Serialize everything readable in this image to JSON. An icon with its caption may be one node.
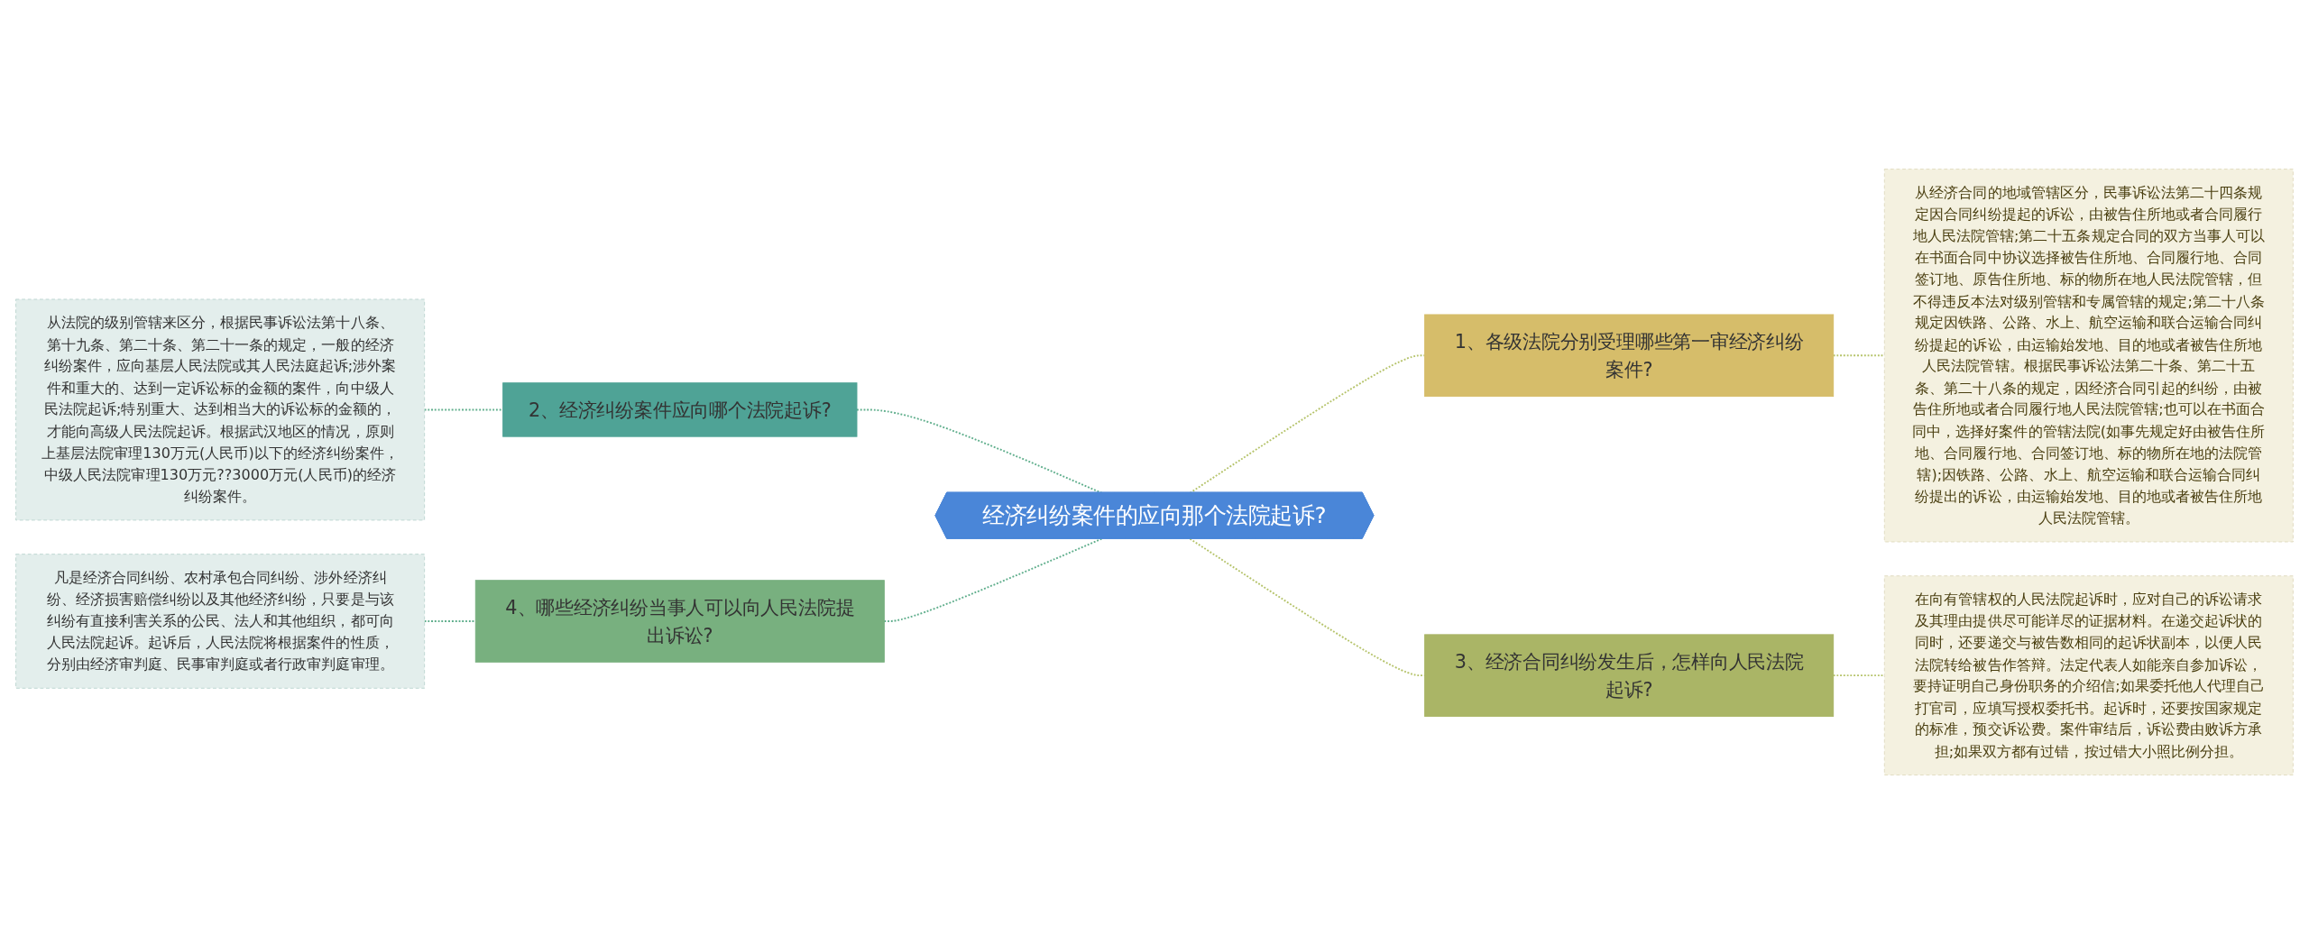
{
  "diagram": {
    "nodes": [
      {
        "text": [
          "经济纠纷案件的应向那个法院起诉?"
        ]
      },
      {
        "text": [
          "1、各级法院分别受理哪些第一审经济纠纷案件?"
        ]
      },
      {
        "text": [
          "从经济合同的地域管辖区分，民事诉讼法第二十四条规定因合同纠纷提起的诉讼，由被告住所地或者合同履行地人民法院管辖;第二十五条规定合同的双方当事人可以在书面合同中协议选择被告住所地、合同履行地、合同签订地、原告住所地、标的物所在地人民法院管辖，但不得违反本法对级别管辖和专属管辖的规定;第二十八条规定因铁路、公路、水上、航空运输和联合运输合同纠纷提起的诉讼，由运输始发地、目的地或者被告住所地人民法院管辖。根据民事诉讼法第二十条、第二十五条、第二十八条的规定，因经济合同引起的纠纷，由被告住所地或者合同履行地人民法院管辖;也可以在书面合同中，选择好案件的管辖法院(如事先规定好由被告住所地、合同履行地、合同签订地、标的物所在地的法院管辖);因铁路、公路、水上、航空运输和联合运输合同纠纷提出的诉讼，由运输始发地、目的地或者被告住所地人民法院管辖。"
        ]
      },
      {
        "text": [
          "2、经济纠纷案件应向哪个法院起诉?"
        ]
      },
      {
        "text": [
          "从法院的级别管辖来区分，根据民事诉讼法第十八条、第十九条、第二十条、第二十一条的规定，一般的经济纠纷案件，应向基层人民法院或其人民法庭起诉;涉外案件和重大的、达到一定诉讼标的金额的案件，向中级人民法院起诉;特别重大、达到相当大的诉讼标的金额的，才能向高级人民法院起诉。根据武汉地区的情况，原则上基层法院审理130万元(人民币)以下的经济纠纷案件，中级人民法院审理130万元??3000万元(人民币)的经济纠纷案件。"
        ]
      },
      {
        "text": [
          "3、经济合同纠纷发生后，怎样向人民法院起诉?"
        ]
      },
      {
        "text": [
          "在向有管辖权的人民法院起诉时，应对自己的诉讼请求及其理由提供尽可能详尽的证据材料。在递交起诉状的同时，还要递交与被告数相同的起诉状副本，以便人民法院转给被告作答辩。法定代表人如能亲自参加诉讼，要持证明自己身份职务的介绍信;如果委托他人代理自己打官司，应填写授权委托书。起诉时，还要按国家规定的标准，预交诉讼费。案件审结后，诉讼费由败诉方承担;如果双方都有过错，按过错大小照比例分担。"
        ]
      },
      {
        "text": [
          "4、哪些经济纠纷当事人可以向人民法院提出诉讼?"
        ]
      },
      {
        "text": [
          "凡是经济合同纠纷、农村承包合同纠纷、涉外经济纠纷、经济损害赔偿纠纷以及其他经济纠纷，只要是与该纠纷有直接利害关系的公民、法人和其他组织，都可向人民法院起诉。起诉后，人民法院将根据案件的性质，分别由经济审判庭、民事审判庭或者行政审判庭审理。"
        ]
      }
    ],
    "edges": [
      {
        "from": 4,
        "to": 3,
        "arrow": "none",
        "style": "dashed"
      },
      {
        "from": 3,
        "to": 0,
        "arrow": "none",
        "style": "dashed"
      },
      {
        "from": 8,
        "to": 7,
        "arrow": "none",
        "style": "dashed"
      },
      {
        "from": 7,
        "to": 0,
        "arrow": "none",
        "style": "dashed"
      },
      {
        "from": 0,
        "to": 1,
        "arrow": "none",
        "style": "dashed"
      },
      {
        "from": 1,
        "to": 2,
        "arrow": "none",
        "style": "dashed"
      },
      {
        "from": 0,
        "to": 5,
        "arrow": "none",
        "style": "dashed"
      },
      {
        "from": 5,
        "to": 6,
        "arrow": "none",
        "style": "dashed"
      }
    ]
  }
}
